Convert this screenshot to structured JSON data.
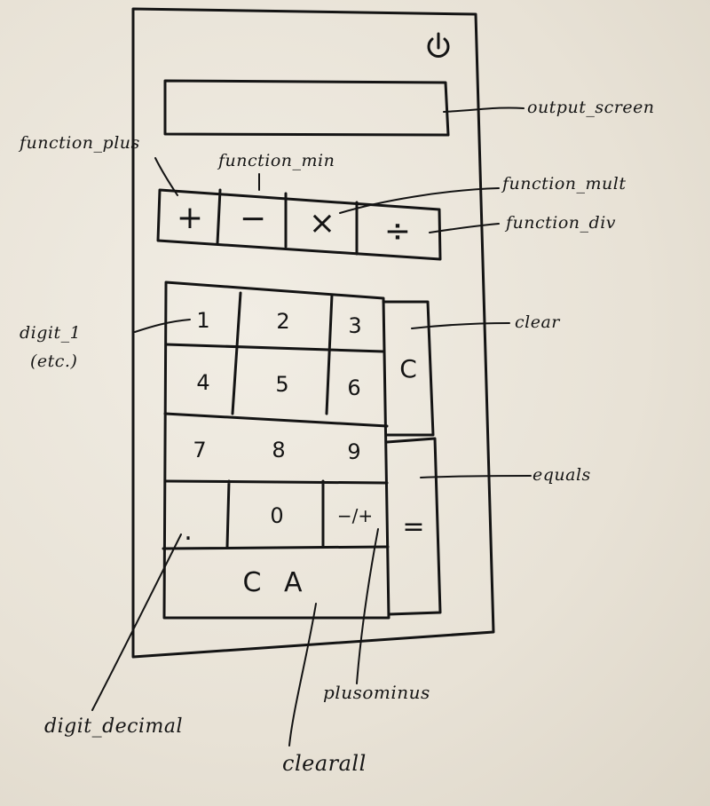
{
  "keys": {
    "plus": "+",
    "minus": "−",
    "mult": "×",
    "div": "÷",
    "d1": "1",
    "d2": "2",
    "d3": "3",
    "d4": "4",
    "d5": "5",
    "d6": "6",
    "d7": "7",
    "d8": "8",
    "d9": "9",
    "decimal": ".",
    "d0": "0",
    "plusminus": "−/+",
    "clear": "C",
    "equals": "=",
    "clearall": "C A"
  },
  "annotations": {
    "output_screen": "output_screen",
    "function_plus": "function_plus",
    "function_min": "function_min",
    "function_mult": "function_mult",
    "function_div": "function_div",
    "digit_1": "digit_1",
    "digit_1_note": "(etc.)",
    "clear": "clear",
    "equals": "equals",
    "digit_decimal": "digit_decimal",
    "clearall": "clearall",
    "plusominus": "plusominus"
  }
}
